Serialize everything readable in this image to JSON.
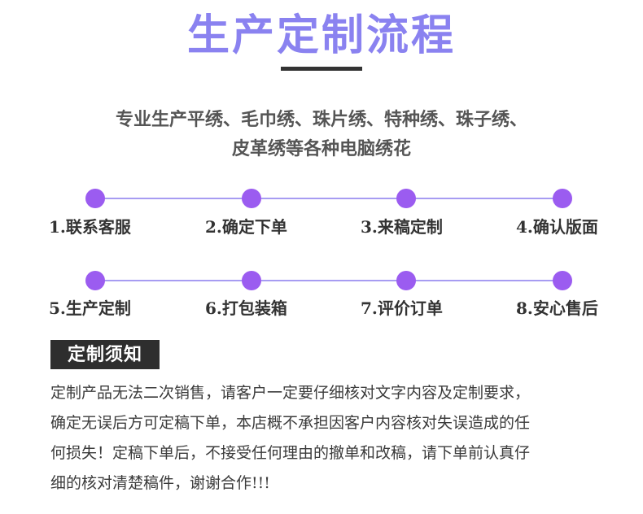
{
  "header": {
    "title": "生产定制流程",
    "intro_line1": "专业生产平绣、毛巾绣、珠片绣、特种绣、珠子绣、",
    "intro_line2": "皮革绣等各种电脑绣花"
  },
  "steps_row1": [
    {
      "label": "1.联系客服"
    },
    {
      "label": "2.确定下单"
    },
    {
      "label": "3.来稿定制"
    },
    {
      "label": "4.确认版面"
    }
  ],
  "steps_row2": [
    {
      "label": "5.生产定制"
    },
    {
      "label": "6.打包装箱"
    },
    {
      "label": "7.评价订单"
    },
    {
      "label": "8.安心售后"
    }
  ],
  "notice": {
    "title": "定制须知",
    "lines": [
      "定制产品无法二次销售，请客户一定要仔细核对文字内容及定制要求，",
      "确定无误后方可定稿下单，本店概不承担因客户内容核对失误造成的任",
      "何损失！定稿下单后，不接受任何理由的撤单和改稿，请下单前认真仔",
      "细的核对清楚稿件，谢谢合作!!!"
    ]
  },
  "colors": {
    "title": "#8a82f0",
    "dot": "#9b5cf0",
    "line": "#a79cf2",
    "notice_bg": "#2e2e2e"
  }
}
